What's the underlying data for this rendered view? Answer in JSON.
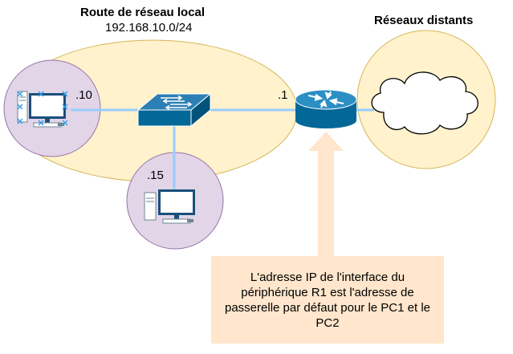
{
  "local_network": {
    "title": "Route de réseau local",
    "subnet": "192.168.10.0/24"
  },
  "remote": {
    "title": "Réseaux distants"
  },
  "hosts": {
    "pc1_ip": ".10",
    "pc2_ip": ".15",
    "router_ip": ".1"
  },
  "callout": {
    "text": "L'adresse IP de l'interface du périphérique R1 est l'adresse de passerelle par défaut pour le PC1 et le PC2"
  },
  "colors": {
    "lan_fill": "#fff2cc",
    "host_fill": "#e1d5e7",
    "link": "#99ccff",
    "device": "#036897",
    "arrow": "#ffe6cc",
    "callout_fill": "#ffe6cc"
  }
}
